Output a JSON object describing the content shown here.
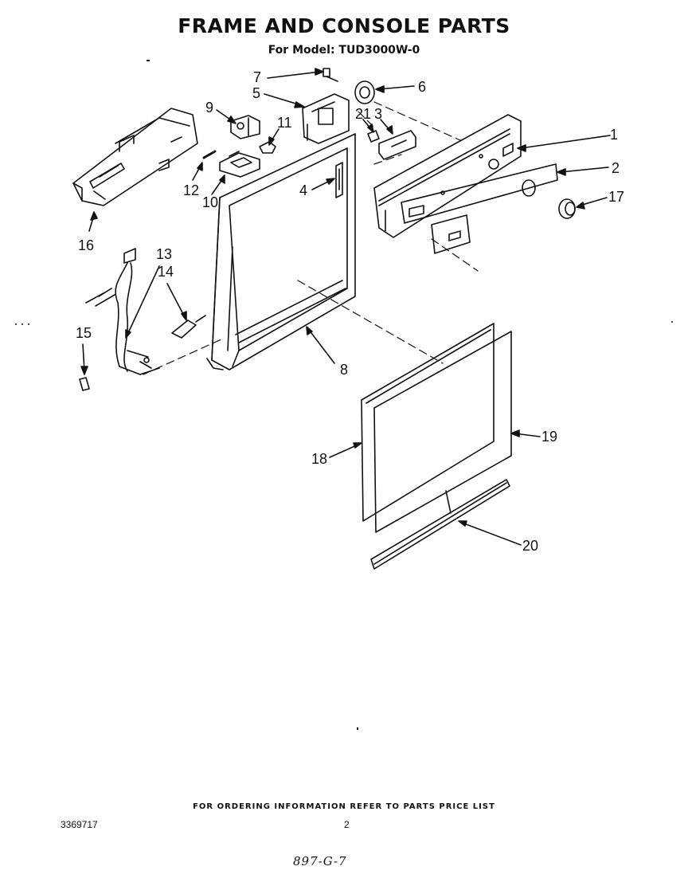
{
  "header": {
    "title": "FRAME AND CONSOLE PARTS",
    "subtitle": "For Model: TUD3000W-0"
  },
  "callouts": {
    "c1": "1",
    "c2": "2",
    "c3": "3",
    "c4": "4",
    "c5": "5",
    "c6": "6",
    "c7": "7",
    "c8": "8",
    "c9": "9",
    "c10": "10",
    "c11": "11",
    "c12": "12",
    "c13": "13",
    "c14": "14",
    "c15": "15",
    "c16": "16",
    "c17": "17",
    "c18": "18",
    "c19": "19",
    "c20": "20",
    "c21": "21"
  },
  "footer": {
    "note": "FOR ORDERING INFORMATION REFER TO PARTS PRICE LIST",
    "doc_number": "3369717",
    "page_number": "2",
    "handwritten": "897-G-7"
  }
}
